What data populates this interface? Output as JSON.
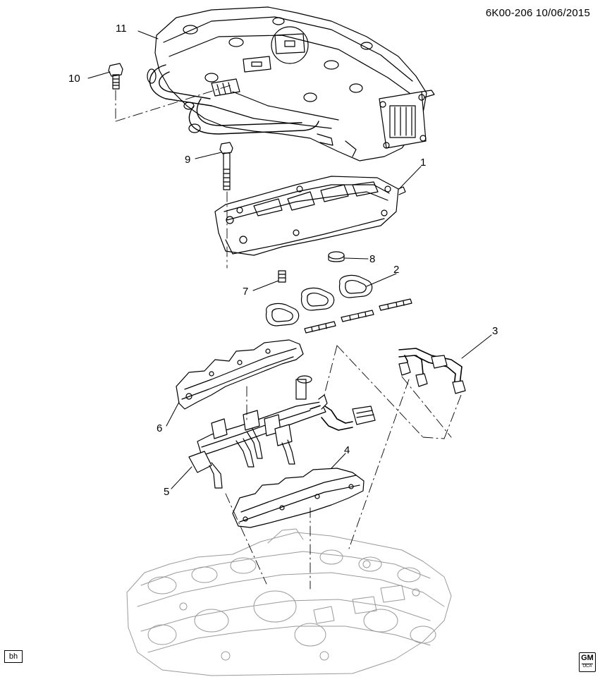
{
  "document": {
    "id": "6K00-206",
    "date": "10/06/2015",
    "corner_badge": "bh",
    "logo_text": "GM",
    "logo_subtext": "OCA"
  },
  "callouts": [
    {
      "id": "1",
      "label": "1"
    },
    {
      "id": "2",
      "label": "2"
    },
    {
      "id": "3",
      "label": "3"
    },
    {
      "id": "4",
      "label": "4"
    },
    {
      "id": "5",
      "label": "5"
    },
    {
      "id": "6",
      "label": "6"
    },
    {
      "id": "7",
      "label": "7"
    },
    {
      "id": "8",
      "label": "8"
    },
    {
      "id": "9",
      "label": "9"
    },
    {
      "id": "10",
      "label": "10"
    },
    {
      "id": "11",
      "label": "11"
    }
  ]
}
